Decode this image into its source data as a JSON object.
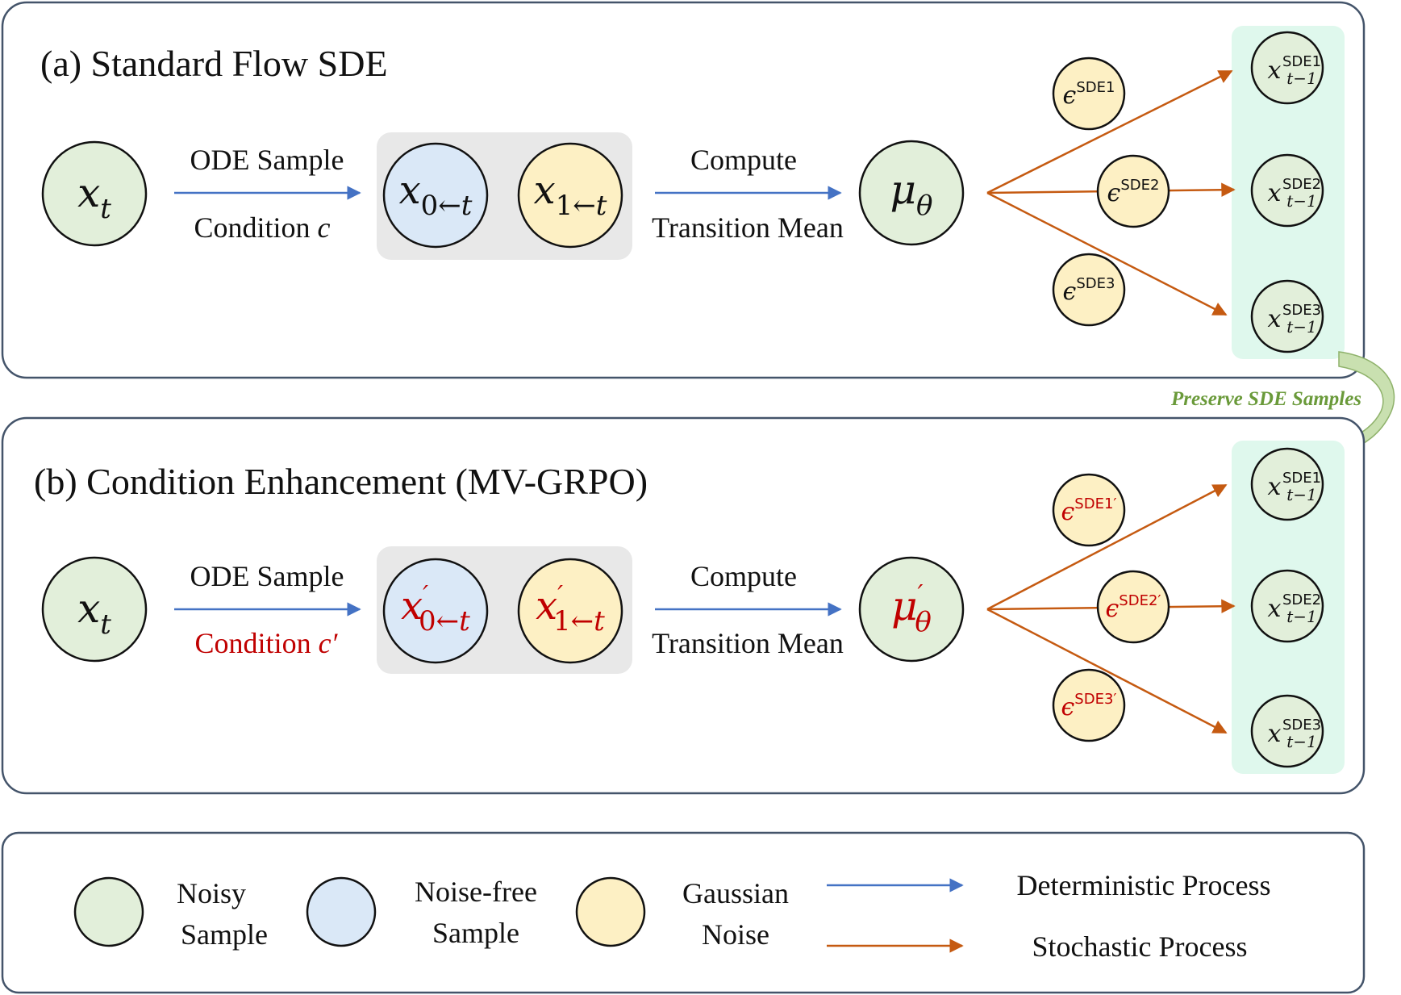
{
  "panel_a": {
    "title": "(a) Standard Flow SDE",
    "input_node": "x_t",
    "arrow1_top": "ODE Sample",
    "arrow1_bottom": "Condition c",
    "x0_node": "x_{0←t}",
    "x1_node": "x_{1←t}",
    "arrow2_top": "Compute",
    "arrow2_bottom": "Transition Mean",
    "mean_node": "μ_θ",
    "noise_nodes": [
      "ε^{SDE1}",
      "ε^{SDE2}",
      "ε^{SDE3}"
    ],
    "output_nodes": [
      "x_{t−1}^{SDE1}",
      "x_{t−1}^{SDE2}",
      "x_{t−1}^{SDE3}"
    ]
  },
  "connector": {
    "label": "Preserve SDE Samples"
  },
  "panel_b": {
    "title": "(b) Condition Enhancement (MV-GRPO)",
    "input_node": "x_t",
    "arrow1_top": "ODE Sample",
    "arrow1_bottom": "Condition c′",
    "x0_node": "x′_{0←t}",
    "x1_node": "x′_{1←t}",
    "arrow2_top": "Compute",
    "arrow2_bottom": "Transition Mean",
    "mean_node": "μ′_θ",
    "noise_nodes": [
      "ε^{SDE1′}",
      "ε^{SDE2′}",
      "ε^{SDE3′}"
    ],
    "output_nodes": [
      "x_{t−1}^{SDE1}",
      "x_{t−1}^{SDE2}",
      "x_{t−1}^{SDE3}"
    ]
  },
  "legend": {
    "noisy": [
      "Noisy",
      "Sample"
    ],
    "noise_free": [
      "Noise-free",
      "Sample"
    ],
    "gaussian": [
      "Gaussian",
      "Noise"
    ],
    "deterministic": "Deterministic Process",
    "stochastic": "Stochastic Process"
  },
  "colors": {
    "noisy_fill": "#e2efda",
    "noise_free_fill": "#dae8f7",
    "gaussian_fill": "#fdf0c4",
    "deterministic_arrow": "#4472c4",
    "stochastic_arrow": "#c55a11",
    "highlight_band": "#dff8ed",
    "group_box": "#e8e8e8",
    "accent_red": "#c00000",
    "connector_green": "#6a9a3a"
  }
}
